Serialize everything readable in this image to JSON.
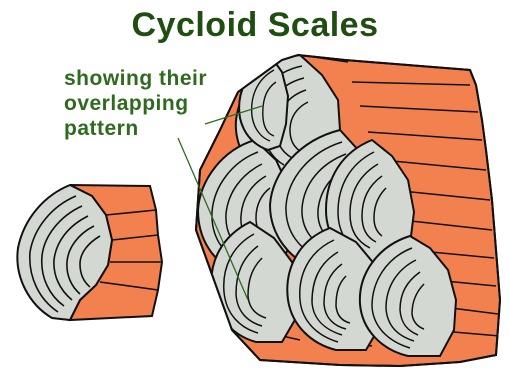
{
  "title": "Cycloid Scales",
  "caption": {
    "lines": [
      "showing their",
      "overlapping",
      "pattern"
    ]
  },
  "colors": {
    "title_text": "#1f4d12",
    "caption_text": "#2f6b1e",
    "leader_line": "#2f6b1e",
    "scale_exposed": "#f38150",
    "scale_covered": "#d4d8d2",
    "outline": "#111111"
  }
}
